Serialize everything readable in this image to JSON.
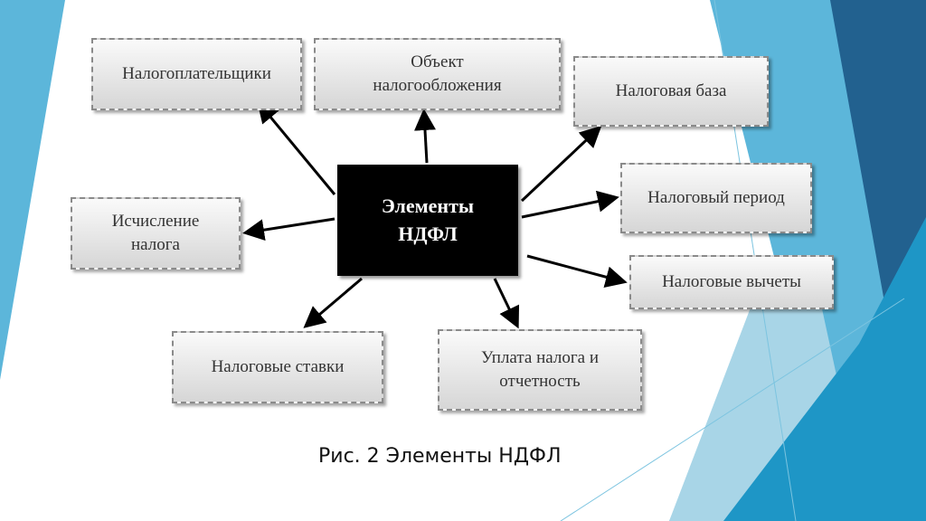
{
  "diagram": {
    "center": "Элементы НДФЛ",
    "nodes": [
      "Налогоплательщики",
      "Объект налогообложения",
      "Налоговая база",
      "Налоговый период",
      "Налоговые вычеты",
      "Уплата налога и отчетность",
      "Налоговые ставки",
      "Исчисление налога"
    ]
  },
  "caption": "Рис. 2 Элементы НДФЛ",
  "colors": {
    "dark_blue": "#22618f",
    "mid_blue": "#1e96c6",
    "light_blue": "#5cb6da",
    "pale_blue": "#a8d5e7"
  }
}
